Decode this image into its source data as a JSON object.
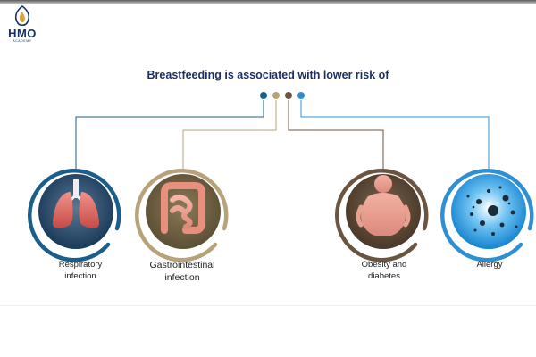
{
  "logo": {
    "name": "HMO",
    "subtitle": "ACADEMY"
  },
  "title": "Breastfeeding is associated with lower risk of",
  "items": [
    {
      "label_lines": [
        "Respiratory",
        "infection"
      ],
      "icon": "lungs-icon",
      "color": "#1a5f8c"
    },
    {
      "label_lines": [
        "Gastrointestinal",
        "infection"
      ],
      "icon": "intestine-icon",
      "color": "#b8a27a"
    },
    {
      "label_lines": [
        "Obesity and",
        "diabetes"
      ],
      "icon": "obese-figure-icon",
      "color": "#6b5540"
    },
    {
      "label_lines": [
        "Allergy"
      ],
      "icon": "allergen-particles-icon",
      "color": "#2f8fd3"
    }
  ]
}
